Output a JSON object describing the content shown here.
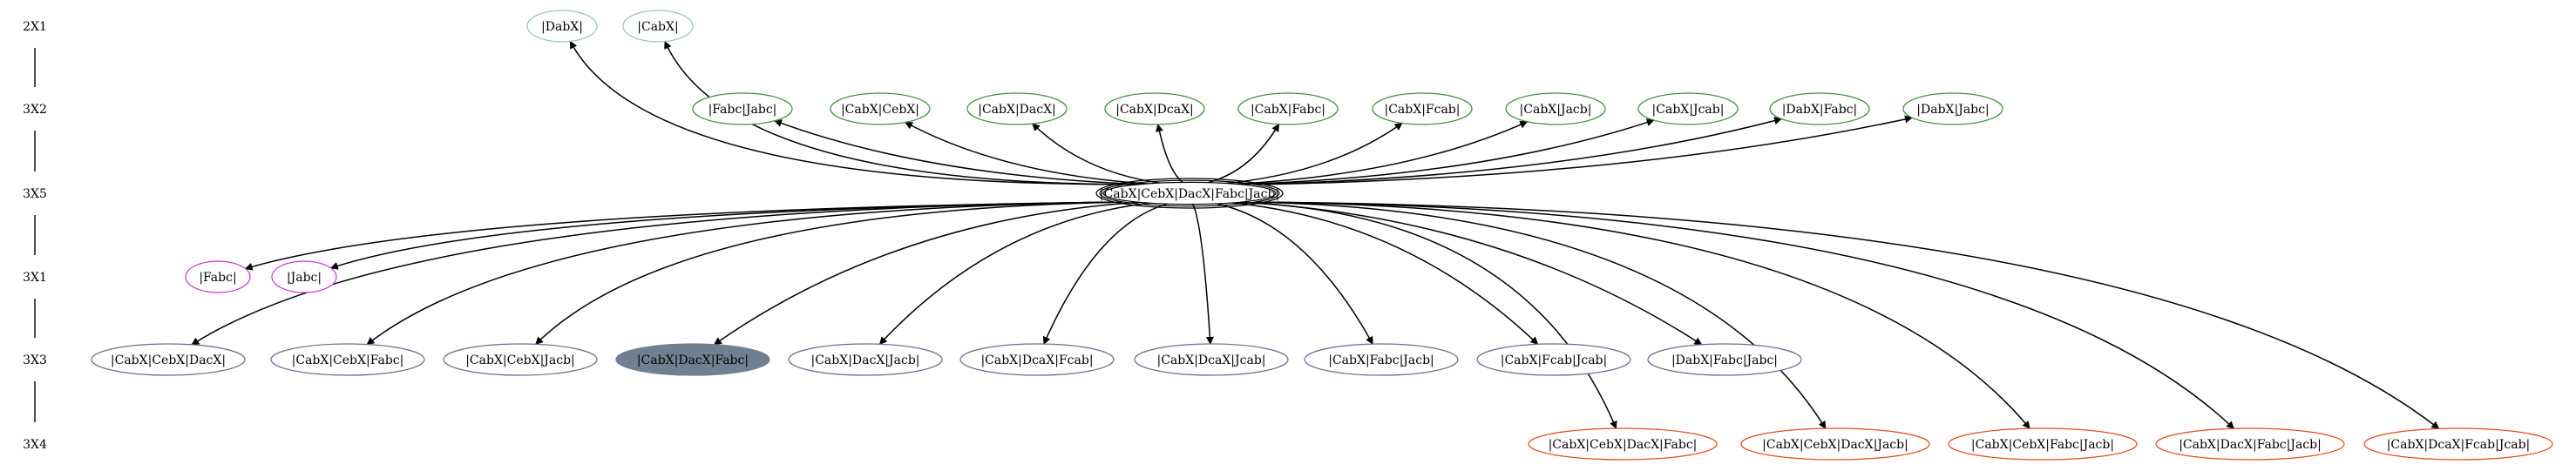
{
  "colors": {
    "rank2x1": "#9dc3b7",
    "rank3x2": "#3c8f3c",
    "rank3x1": "#cc33cc",
    "rank3x3": "#6b6b8f",
    "rank3x3_filled": "#708090",
    "rank3x4": "#e64a19",
    "center": "#000000",
    "edge": "#000000"
  },
  "ranks": [
    {
      "id": "r2x1",
      "label": "2X1"
    },
    {
      "id": "r3x2",
      "label": "3X2"
    },
    {
      "id": "r3x5",
      "label": "3X5"
    },
    {
      "id": "r3x1",
      "label": "3X1"
    },
    {
      "id": "r3x3",
      "label": "3X3"
    },
    {
      "id": "r3x4",
      "label": "3X4"
    }
  ],
  "center": {
    "id": "c",
    "label": "|CabX|CebX|DacX|Fabc|Jacb|"
  },
  "nodes": {
    "r2x1": [
      {
        "id": "a1",
        "label": "|DabX|"
      },
      {
        "id": "a2",
        "label": "|CabX|"
      }
    ],
    "r3x2": [
      {
        "id": "b1",
        "label": "|Fabc|Jabc|"
      },
      {
        "id": "b2",
        "label": "|CabX|CebX|"
      },
      {
        "id": "b3",
        "label": "|CabX|DacX|"
      },
      {
        "id": "b4",
        "label": "|CabX|DcaX|"
      },
      {
        "id": "b5",
        "label": "|CabX|Fabc|"
      },
      {
        "id": "b6",
        "label": "|CabX|Fcab|"
      },
      {
        "id": "b7",
        "label": "|CabX|Jacb|"
      },
      {
        "id": "b8",
        "label": "|CabX|Jcab|"
      },
      {
        "id": "b9",
        "label": "|DabX|Fabc|"
      },
      {
        "id": "b10",
        "label": "|DabX|Jabc|"
      }
    ],
    "r3x1": [
      {
        "id": "d1",
        "label": "|Fabc|"
      },
      {
        "id": "d2",
        "label": "|Jabc|"
      }
    ],
    "r3x3": [
      {
        "id": "e1",
        "label": "|CabX|CebX|DacX|"
      },
      {
        "id": "e2",
        "label": "|CabX|CebX|Fabc|"
      },
      {
        "id": "e3",
        "label": "|CabX|CebX|Jacb|"
      },
      {
        "id": "e4",
        "label": "|CabX|DacX|Fabc|",
        "filled": true
      },
      {
        "id": "e5",
        "label": "|CabX|DacX|Jacb|"
      },
      {
        "id": "e6",
        "label": "|CabX|DcaX|Fcab|"
      },
      {
        "id": "e7",
        "label": "|CabX|DcaX|Jcab|"
      },
      {
        "id": "e8",
        "label": "|CabX|Fabc|Jacb|"
      },
      {
        "id": "e9",
        "label": "|CabX|Fcab|Jcab|"
      },
      {
        "id": "e10",
        "label": "|DabX|Fabc|Jabc|"
      }
    ],
    "r3x4": [
      {
        "id": "f1",
        "label": "|CabX|CebX|DacX|Fabc|"
      },
      {
        "id": "f2",
        "label": "|CabX|CebX|DacX|Jacb|"
      },
      {
        "id": "f3",
        "label": "|CabX|CebX|Fabc|Jacb|"
      },
      {
        "id": "f4",
        "label": "|CabX|DacX|Fabc|Jacb|"
      },
      {
        "id": "f5",
        "label": "|CabX|DcaX|Fcab|Jcab|"
      }
    ]
  },
  "edges": [
    {
      "from": "c",
      "to": "a1"
    },
    {
      "from": "c",
      "to": "a2"
    },
    {
      "from": "c",
      "to": "b1"
    },
    {
      "from": "c",
      "to": "b2"
    },
    {
      "from": "c",
      "to": "b3"
    },
    {
      "from": "c",
      "to": "b4"
    },
    {
      "from": "c",
      "to": "b5"
    },
    {
      "from": "c",
      "to": "b6"
    },
    {
      "from": "c",
      "to": "b7"
    },
    {
      "from": "c",
      "to": "b8"
    },
    {
      "from": "c",
      "to": "b9"
    },
    {
      "from": "c",
      "to": "b10"
    },
    {
      "from": "c",
      "to": "d1"
    },
    {
      "from": "c",
      "to": "d2"
    },
    {
      "from": "c",
      "to": "e1"
    },
    {
      "from": "c",
      "to": "e2"
    },
    {
      "from": "c",
      "to": "e3"
    },
    {
      "from": "c",
      "to": "e4"
    },
    {
      "from": "c",
      "to": "e5"
    },
    {
      "from": "c",
      "to": "e6"
    },
    {
      "from": "c",
      "to": "e7"
    },
    {
      "from": "c",
      "to": "e8"
    },
    {
      "from": "c",
      "to": "e9"
    },
    {
      "from": "c",
      "to": "e10"
    },
    {
      "from": "c",
      "to": "f1"
    },
    {
      "from": "c",
      "to": "f2"
    },
    {
      "from": "c",
      "to": "f3"
    },
    {
      "from": "c",
      "to": "f4"
    },
    {
      "from": "c",
      "to": "f5"
    }
  ]
}
